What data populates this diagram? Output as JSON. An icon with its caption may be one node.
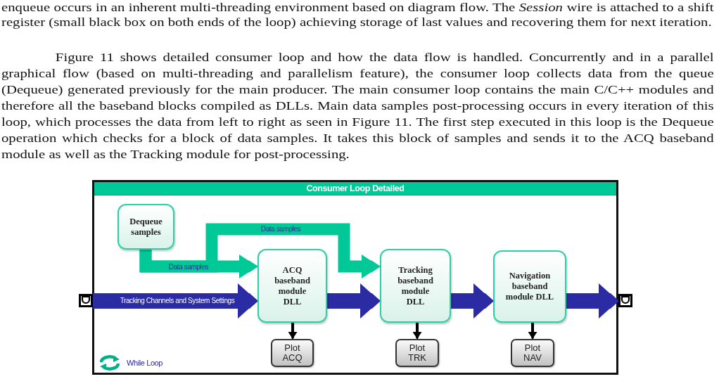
{
  "diagram": {
    "nodes": [
      {
        "text": [
          "Consumer Loop Detailed",
          "While Loop"
        ]
      },
      {
        "text": [
          "Dequeue samples"
        ],
        "in": 0
      },
      {
        "text": [
          "ACQ baseband module DLL"
        ],
        "in": 0
      },
      {
        "text": [
          "Tracking baseband module DLL"
        ],
        "in": 0
      },
      {
        "text": [
          "Navigation baseband module DLL"
        ],
        "in": 0
      },
      {
        "text": [
          "Plot ACQ"
        ],
        "in": 0
      },
      {
        "text": [
          "Plot TRK"
        ],
        "in": 0
      },
      {
        "text": [
          "Plot NAV"
        ],
        "in": 0
      },
      {
        "text": [],
        "shape": "box"
      },
      {
        "text": [],
        "shape": "box"
      }
    ],
    "edges": [
      {
        "from": 1,
        "to": 2,
        "arrow": "to",
        "label": "Data samples",
        "color": "#00c896"
      },
      {
        "from": 1,
        "to": 3,
        "arrow": "to",
        "label": "Data samples",
        "color": "#00c896"
      },
      {
        "from": 8,
        "to": 2,
        "arrow": "to",
        "label": "Tracking Channels and System Settings"
      },
      {
        "from": 2,
        "to": 3,
        "arrow": "to"
      },
      {
        "from": 3,
        "to": 4,
        "arrow": "to"
      },
      {
        "from": 4,
        "to": 9,
        "arrow": "to"
      },
      {
        "from": 2,
        "to": 5,
        "arrow": "to",
        "color": "#000000"
      },
      {
        "from": 3,
        "to": 6,
        "arrow": "to",
        "color": "#000000"
      },
      {
        "from": 4,
        "to": 7,
        "arrow": "to",
        "color": "#000000"
      }
    ],
    "labels": [
      "enqueue occurs in an inherent multi-threading environment based on diagram flow. The *Session* wire is attached to a shift register (small black box on both ends of the loop) achieving storage of last values and recovering them for next iteration.",
      "Figure 11 shows detailed consumer loop and how the data flow is handled. Concurrently and in a parallel graphical flow (based on multi-threading and parallelism feature), the consumer loop collects data from the queue (Dequeue) generated previously for the main producer. The main consumer loop contains the main C/C++ modules and therefore all the baseband blocks compiled as DLLs. Main data samples post-processing occurs in every iteration of this loop, which processes the data from left to right as seen in Figure 11. The first step executed in this loop is the Dequeue operation which checks for a block of data samples. It takes this block of samples and sends it to the ACQ baseband module as well as the Tracking module for post-processing."
    ]
  }
}
